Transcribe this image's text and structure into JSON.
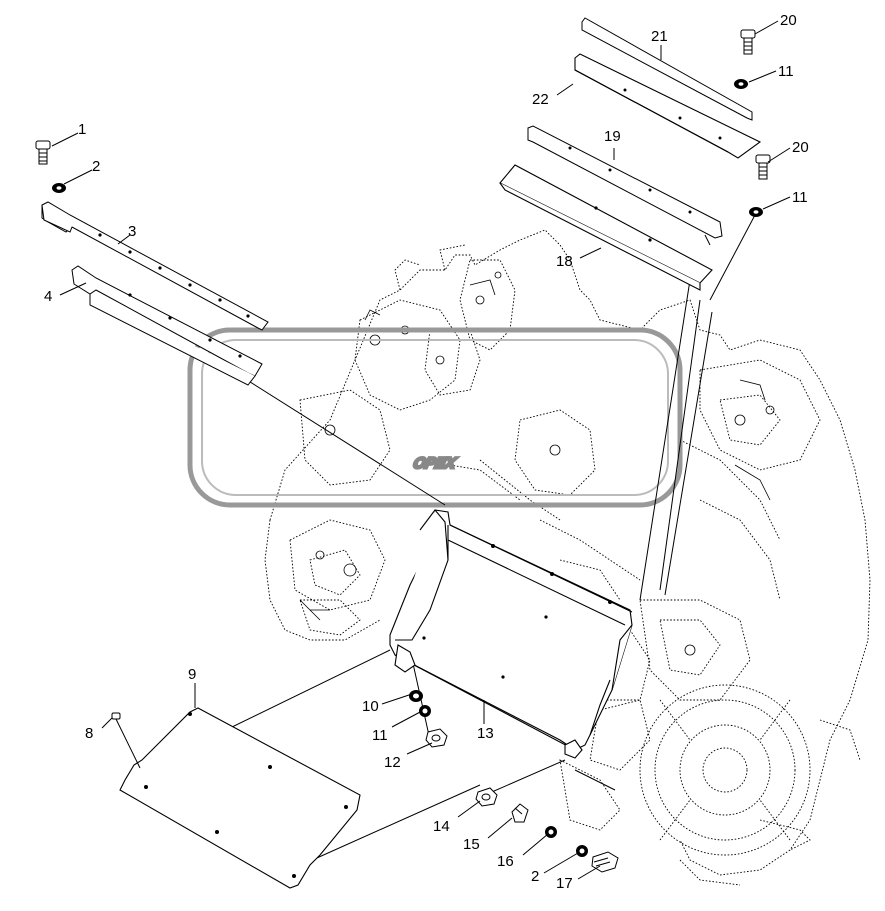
{
  "watermark": {
    "text": "OPEX",
    "color": "#888888"
  },
  "callouts": [
    {
      "id": "c1",
      "label": "1"
    },
    {
      "id": "c2a",
      "label": "2"
    },
    {
      "id": "c3",
      "label": "3"
    },
    {
      "id": "c4",
      "label": "4"
    },
    {
      "id": "c8",
      "label": "8"
    },
    {
      "id": "c9",
      "label": "9"
    },
    {
      "id": "c10",
      "label": "10"
    },
    {
      "id": "c11a",
      "label": "11"
    },
    {
      "id": "c12",
      "label": "12"
    },
    {
      "id": "c13",
      "label": "13"
    },
    {
      "id": "c14",
      "label": "14"
    },
    {
      "id": "c15",
      "label": "15"
    },
    {
      "id": "c16",
      "label": "16"
    },
    {
      "id": "c2b",
      "label": "2"
    },
    {
      "id": "c17",
      "label": "17"
    },
    {
      "id": "c18",
      "label": "18"
    },
    {
      "id": "c19",
      "label": "19"
    },
    {
      "id": "c20a",
      "label": "20"
    },
    {
      "id": "c11b",
      "label": "11"
    },
    {
      "id": "c20b",
      "label": "20"
    },
    {
      "id": "c11c",
      "label": "11"
    },
    {
      "id": "c21",
      "label": "21"
    },
    {
      "id": "c22",
      "label": "22"
    }
  ]
}
